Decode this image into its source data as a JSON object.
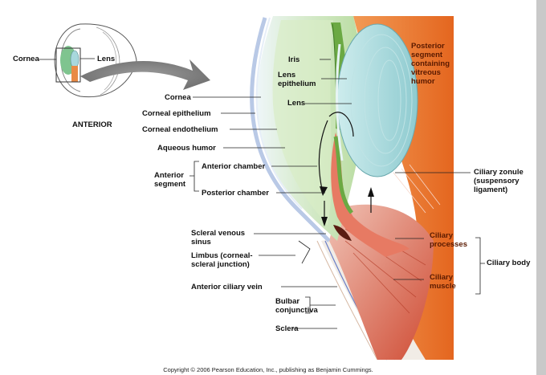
{
  "inset": {
    "cornea": "Cornea",
    "lens": "Lens",
    "anterior": "ANTERIOR"
  },
  "labels": {
    "cornea": "Cornea",
    "corneal_epithelium": "Corneal epithelium",
    "corneal_endothelium": "Corneal endothelium",
    "aqueous_humor": "Aqueous humor",
    "anterior_segment": "Anterior\nsegment",
    "anterior_chamber": "Anterior chamber",
    "posterior_chamber": "Posterior chamber",
    "scleral_venous_sinus": "Scleral venous\nsinus",
    "limbus": "Limbus (corneal-\nscleral junction)",
    "anterior_ciliary_vein": "Anterior ciliary vein",
    "bulbar_conjunctiva": "Bulbar\nconjunctiva",
    "sclera": "Sclera",
    "iris": "Iris",
    "lens_epithelium": "Lens\nepithelium",
    "lens": "Lens",
    "posterior_segment": "Posterior\nsegment\ncontaining\nvitreous\nhumor",
    "ciliary_zonule": "Ciliary zonule\n(suspensory\nligament)",
    "ciliary_processes": "Ciliary\nprocesses",
    "ciliary_muscle": "Ciliary\nmuscle",
    "ciliary_body": "Ciliary body"
  },
  "copyright": "Copyright © 2006 Pearson Education, Inc., publishing as Benjamin Cummings.",
  "colors": {
    "sclera_orange": "#e8722a",
    "cornea_green": "#cfe6b8",
    "lens_blue": "#9fd3d6",
    "muscle_red": "#d9533d",
    "iris_green": "#5e9a3a"
  }
}
